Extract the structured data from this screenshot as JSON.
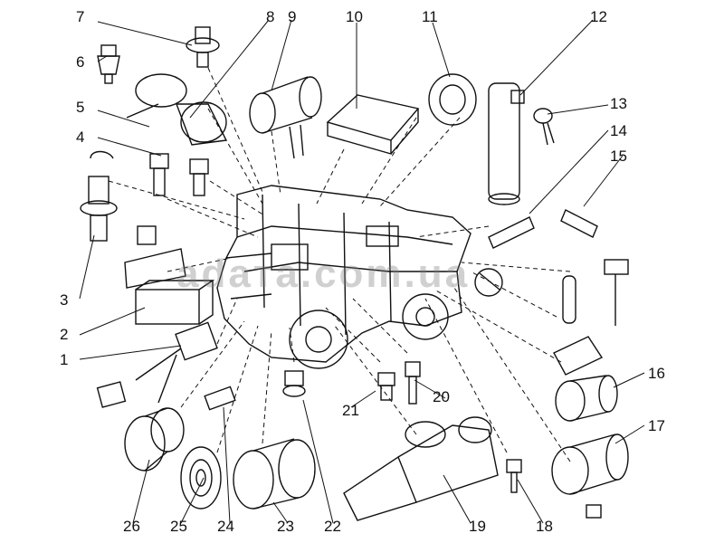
{
  "watermark": "adaтa.com.ua",
  "callouts": {
    "c1": "1",
    "c2": "2",
    "c3": "3",
    "c4": "4",
    "c5": "5",
    "c6": "6",
    "c7": "7",
    "c8": "8",
    "c9": "9",
    "c10": "10",
    "c11": "11",
    "c12": "12",
    "c13": "13",
    "c14": "14",
    "c15": "15",
    "c16": "16",
    "c17": "17",
    "c18": "18",
    "c19": "19",
    "c20": "20",
    "c21": "21",
    "c22": "22",
    "c23": "23",
    "c24": "24",
    "c25": "25",
    "c26": "26"
  }
}
